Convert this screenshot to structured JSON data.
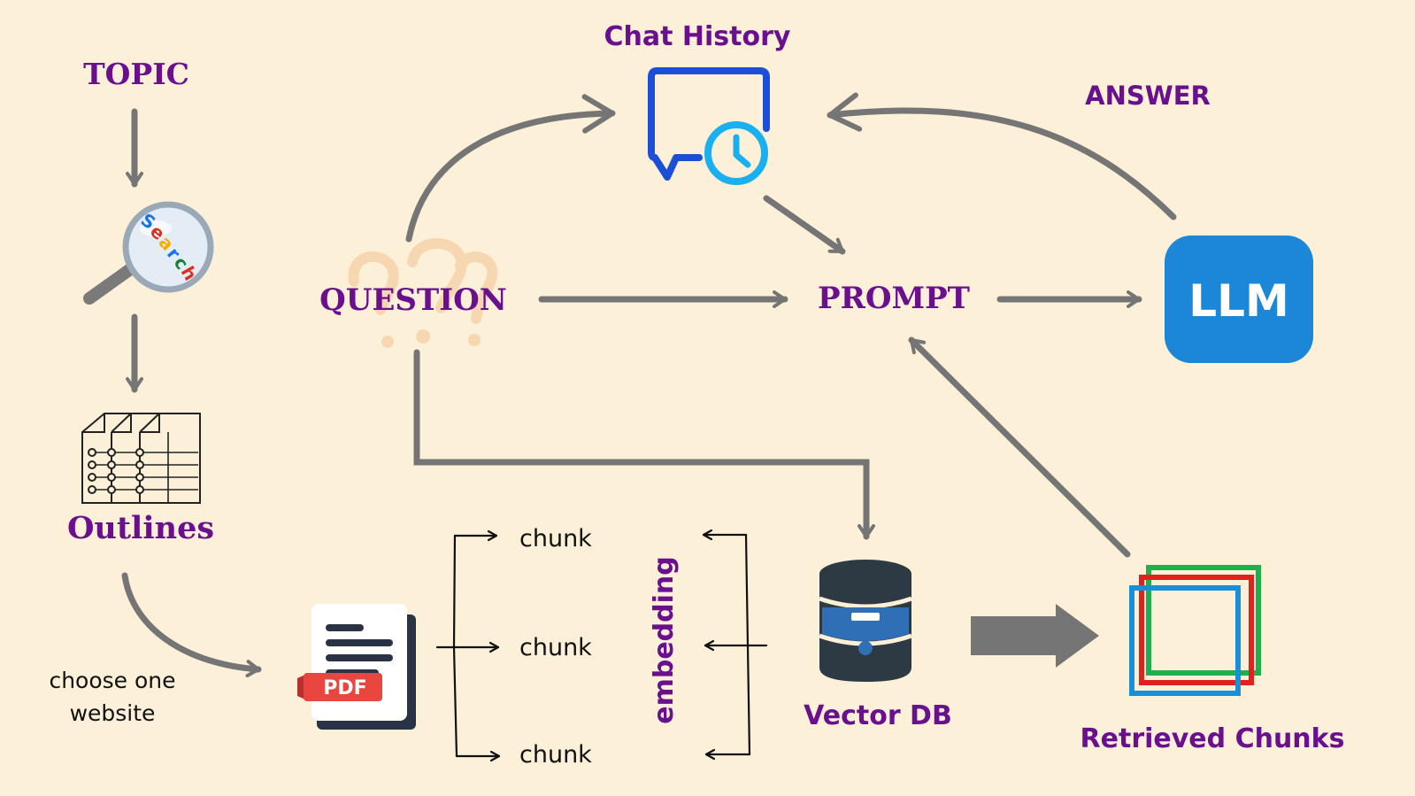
{
  "colors": {
    "background": "#fdf0d8",
    "label_purple": "#6a0f8e",
    "arrow_gray": "#757575",
    "llm_blue": "#1b87d6",
    "chat_blue": "#1b4fd8",
    "clock_cyan": "#1ab0ef",
    "pdf_red": "#e9463f",
    "db_dark": "#2d3a44",
    "db_blue": "#2f6fb5",
    "chunk_green": "#1fb04b",
    "chunk_red": "#e0211d",
    "chunk_blue": "#1a8fd6"
  },
  "labels": {
    "topic": "TOPIC",
    "chat_history": "Chat History",
    "answer": "ANSWER",
    "question": "QUESTION",
    "prompt": "PROMPT",
    "llm": "LLM",
    "outlines": "Outlines",
    "choose_line1": "choose one",
    "choose_line2": "website",
    "pdf": "PDF",
    "chunks": [
      "chunk",
      "chunk",
      "chunk"
    ],
    "embedding": "embedding",
    "vector_db": "Vector DB",
    "retrieved_chunks": "Retrieved Chunks",
    "search_letters": [
      "S",
      "e",
      "a",
      "r",
      "c",
      "h"
    ]
  },
  "icons": {
    "search": "magnifier-icon",
    "outlines": "outline-sheets-icon",
    "chat_history": "chat-clock-icon",
    "pdf": "pdf-document-icon",
    "vector_db": "database-icon",
    "retrieved_chunks": "stacked-squares-icon",
    "question": "question-marks-icon"
  }
}
